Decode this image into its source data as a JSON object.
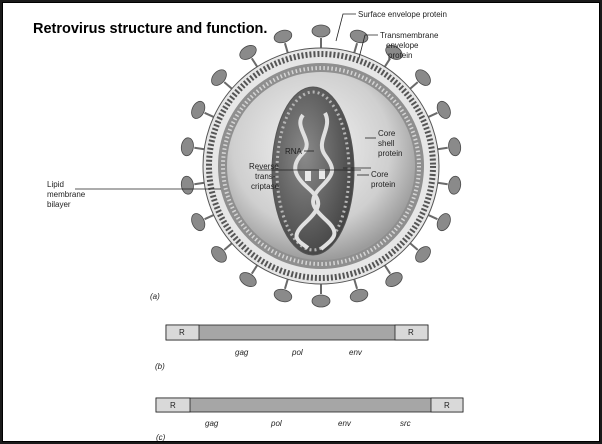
{
  "title": "Retrovirus structure and function.",
  "virion_labels": {
    "surface_envelope_protein": "Surface envelope protein",
    "transmembrane_1": "Transmembrane",
    "transmembrane_2": "envelope",
    "transmembrane_3": "protein",
    "rna": "RNA",
    "core_shell_1": "Core",
    "core_shell_2": "shell",
    "core_shell_3": "protein",
    "reverse_1": "Reverse",
    "reverse_2": "trans-",
    "reverse_3": "criptase",
    "core_protein_1": "Core",
    "core_protein_2": "protein",
    "lipid_1": "Lipid",
    "lipid_2": "membrane",
    "lipid_3": "bilayer"
  },
  "panels": {
    "a": "(a)",
    "b": "(b)",
    "c": "(c)"
  },
  "genome_b": {
    "ltr_left": "R",
    "ltr_right": "R",
    "genes": [
      "gag",
      "pol",
      "env"
    ]
  },
  "genome_c": {
    "ltr_left": "R",
    "ltr_right": "R",
    "genes": [
      "gag",
      "pol",
      "env",
      "src"
    ]
  },
  "colors": {
    "spike": "#8a8a8a",
    "membrane": "#5a5a5a",
    "capsid_outer": "#bdbdbd",
    "core": "#6e6e6e",
    "gene_bar": "#a6a6a6",
    "ltr_box": "#d9d9d9"
  }
}
